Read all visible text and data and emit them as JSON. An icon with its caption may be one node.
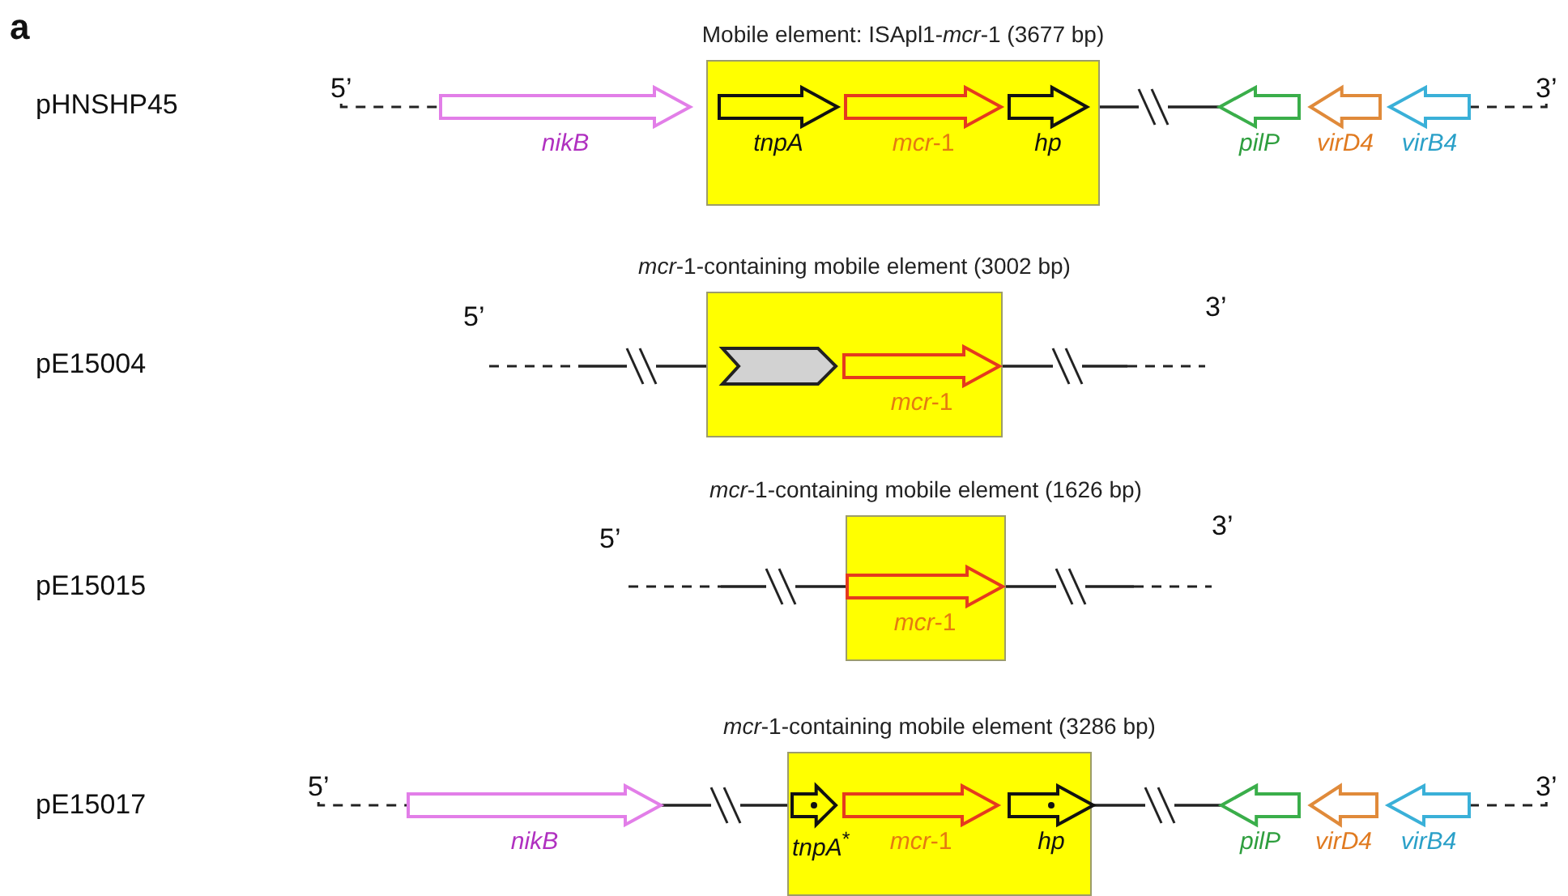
{
  "diagram": {
    "nodes": [
      {
        "text": [
          "nikB"
        ]
      },
      {
        "text": [
          "Mobile element: ISApl1-*mcr*-1 (3677 bp)"
        ]
      },
      {
        "text": [
          "tnpA"
        ],
        "in": 1
      },
      {
        "text": [
          "*mcr*-1"
        ],
        "in": 1
      },
      {
        "text": [
          "hp"
        ],
        "in": 1
      },
      {
        "text": [
          "pilP"
        ]
      },
      {
        "text": [
          "virD4"
        ]
      },
      {
        "text": [
          "virB4"
        ]
      },
      {
        "text": [
          "*mcr*-1-containing mobile element (3002 bp)"
        ]
      },
      {
        "text": [],
        "shape": "chevron",
        "in": 8
      },
      {
        "text": [
          "*mcr*-1"
        ],
        "in": 8
      },
      {
        "text": [
          "*mcr*-1-containing mobile element (1626 bp)"
        ]
      },
      {
        "text": [
          "*mcr*-1"
        ],
        "in": 11
      },
      {
        "text": [
          "nikB"
        ]
      },
      {
        "text": [
          "*mcr*-1-containing mobile element (3286 bp)"
        ]
      },
      {
        "text": [
          "*tnpA*$^{*}$"
        ],
        "in": 14
      },
      {
        "text": [
          "*mcr*-1"
        ],
        "in": 14
      },
      {
        "text": [
          "hp"
        ],
        "in": 14
      },
      {
        "text": [
          "pilP"
        ]
      },
      {
        "text": [
          "virD4"
        ]
      },
      {
        "text": [
          "virB4"
        ]
      },
      {
        "text": [
          "5’"
        ]
      },
      {
        "text": [
          "3’"
        ]
      },
      {
        "text": [
          "5’"
        ]
      },
      {
        "text": [
          "3’"
        ]
      }
    ],
    "edges": [
      {
        "from": 21,
        "to": 0,
        "arrow": "none",
        "style": "dashed"
      },
      {
        "from": 7,
        "to": 22,
        "arrow": "none",
        "style": "dashed"
      },
      {
        "from": 23,
        "to": 13,
        "arrow": "none",
        "style": "dashed"
      },
      {
        "from": 20,
        "to": 24,
        "arrow": "none",
        "style": "dashed"
      }
    ],
    "labels": [
      "a",
      "pHNSHP45",
      "pE15004",
      "5’",
      "3’",
      "pE15015",
      "5’",
      "3’",
      "pE15017"
    ]
  }
}
